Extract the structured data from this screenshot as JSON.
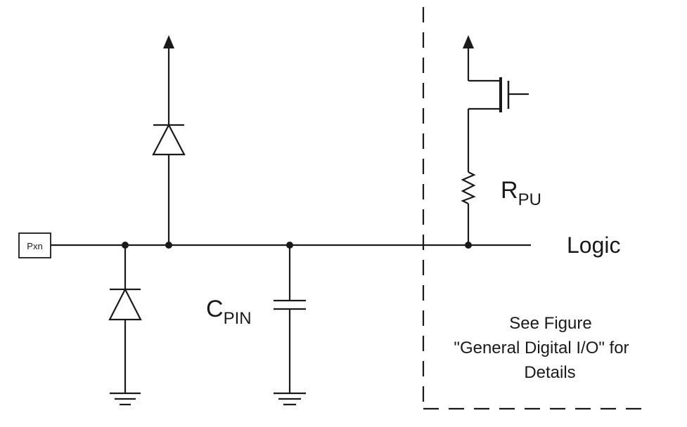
{
  "pin_label": "Pxn",
  "capacitor": {
    "label": "C",
    "subscript": "PIN"
  },
  "resistor": {
    "label": "R",
    "subscript": "PU"
  },
  "logic_label": "Logic",
  "note_lines": [
    "See Figure",
    "\"General Digital I/O\" for",
    "Details"
  ]
}
